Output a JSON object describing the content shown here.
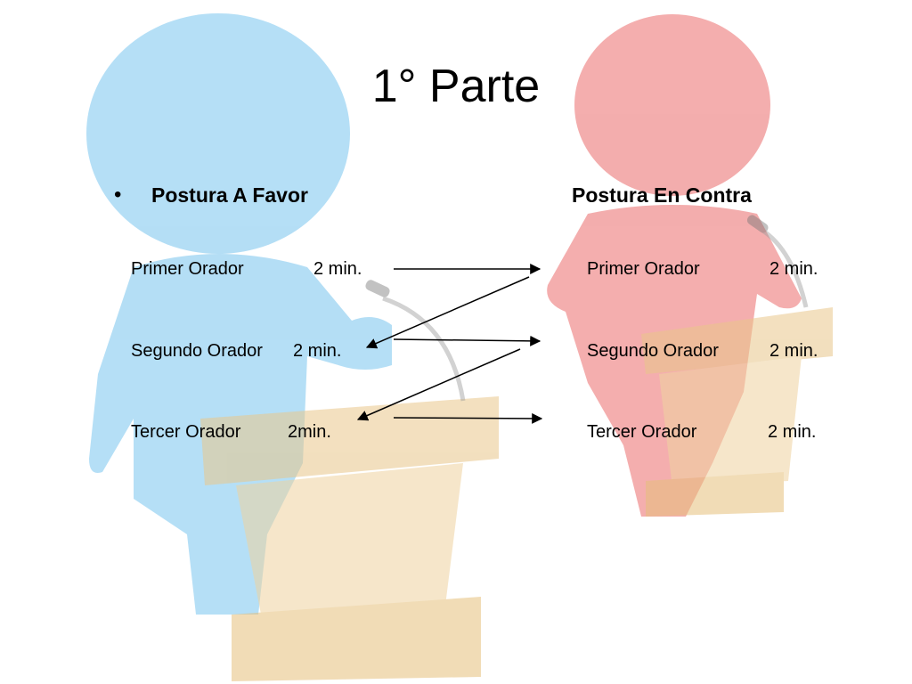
{
  "slide": {
    "title": "1° Parte",
    "bullet": "•"
  },
  "favor": {
    "heading": "Postura A Favor",
    "rows": [
      {
        "name": "Primer Orador",
        "time": "2 min."
      },
      {
        "name": "Segundo Orador",
        "time": "2 min."
      },
      {
        "name": "Tercer Orador",
        "time": "2min."
      }
    ]
  },
  "contra": {
    "heading": "Postura En  Contra",
    "rows": [
      {
        "name": "Primer Orador",
        "time": "2 min."
      },
      {
        "name": "Segundo Orador",
        "time": "2 min."
      },
      {
        "name": "Tercer Orador",
        "time": "2 min."
      }
    ]
  },
  "colors": {
    "favor_figure": "#5ab8ea",
    "contra_figure": "#e64b4b",
    "podium": "#e6c07c",
    "arrow": "#000000"
  },
  "icons": [
    "blue-speaker-figure-icon",
    "red-speaker-figure-icon",
    "podium-icon",
    "microphone-icon"
  ]
}
